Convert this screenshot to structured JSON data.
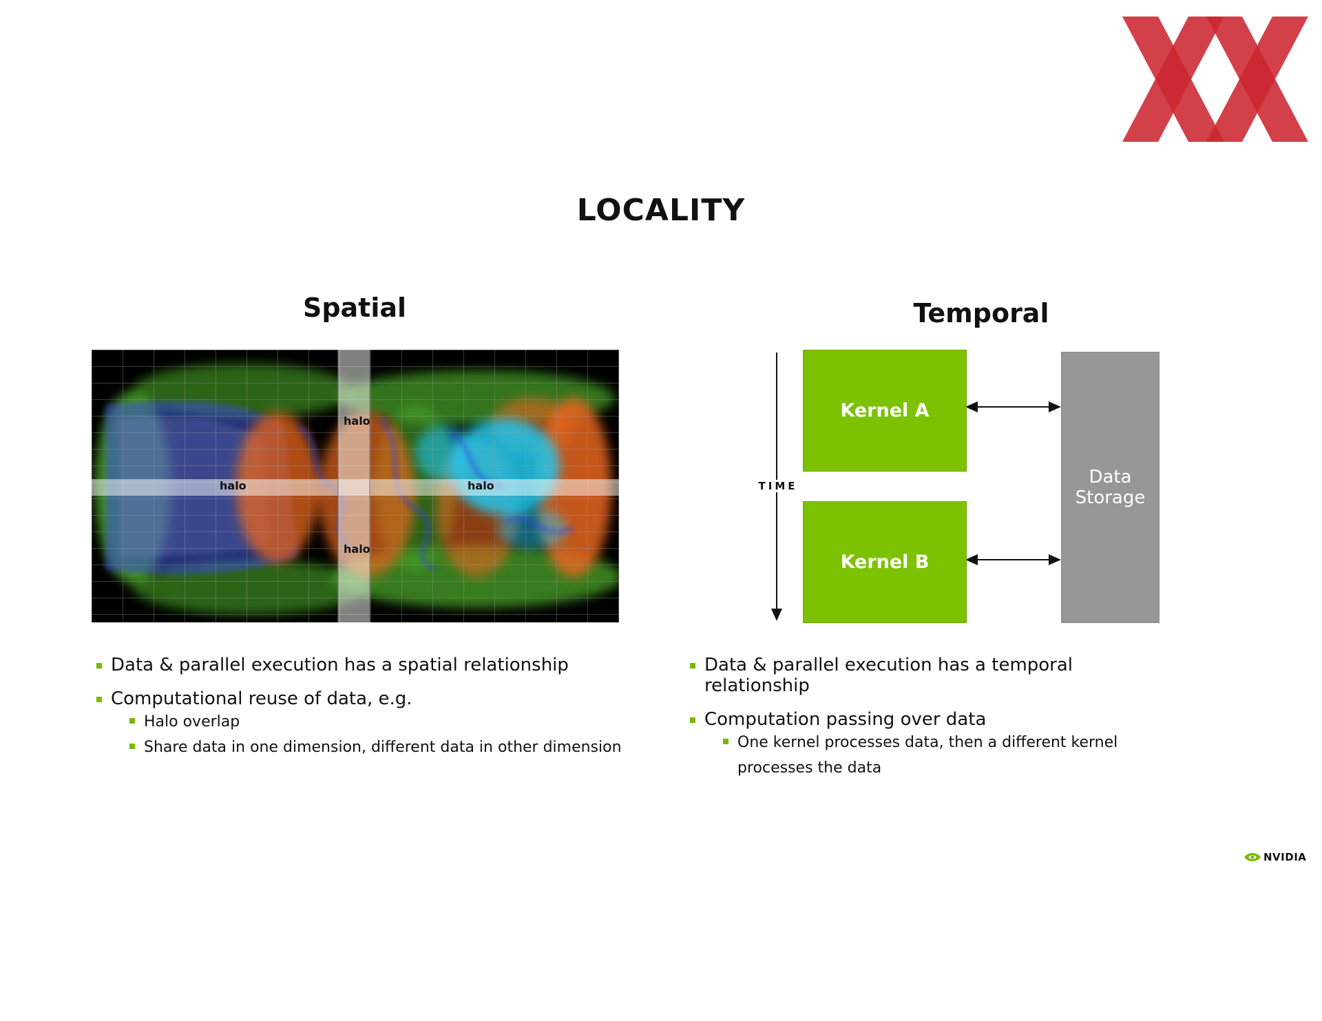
{
  "title": "LOCALITY",
  "spatial": {
    "title": "Spatial",
    "halo_labels": [
      "halo",
      "halo",
      "halo",
      "halo"
    ],
    "bullets": [
      "Data & parallel execution has a spatial relationship",
      "Computational reuse of data, e.g."
    ],
    "sub_bullets": [
      "Halo overlap",
      "Share data in one dimension, different data in other dimension"
    ]
  },
  "temporal": {
    "title": "Temporal",
    "time_label": "TIME",
    "kernel_a": "Kernel A",
    "kernel_b": "Kernel B",
    "storage_line1": "Data",
    "storage_line2": "Storage",
    "bullets": [
      "Data & parallel execution has a temporal relationship",
      "Computation passing over data"
    ],
    "sub_bullets": [
      "One kernel processes data, then a different kernel processes the data"
    ]
  },
  "logo": {
    "brand_mark": "XX",
    "nvidia_text": "NVIDIA",
    "brand_color": "#cc2630",
    "nvidia_green": "#76b900"
  }
}
